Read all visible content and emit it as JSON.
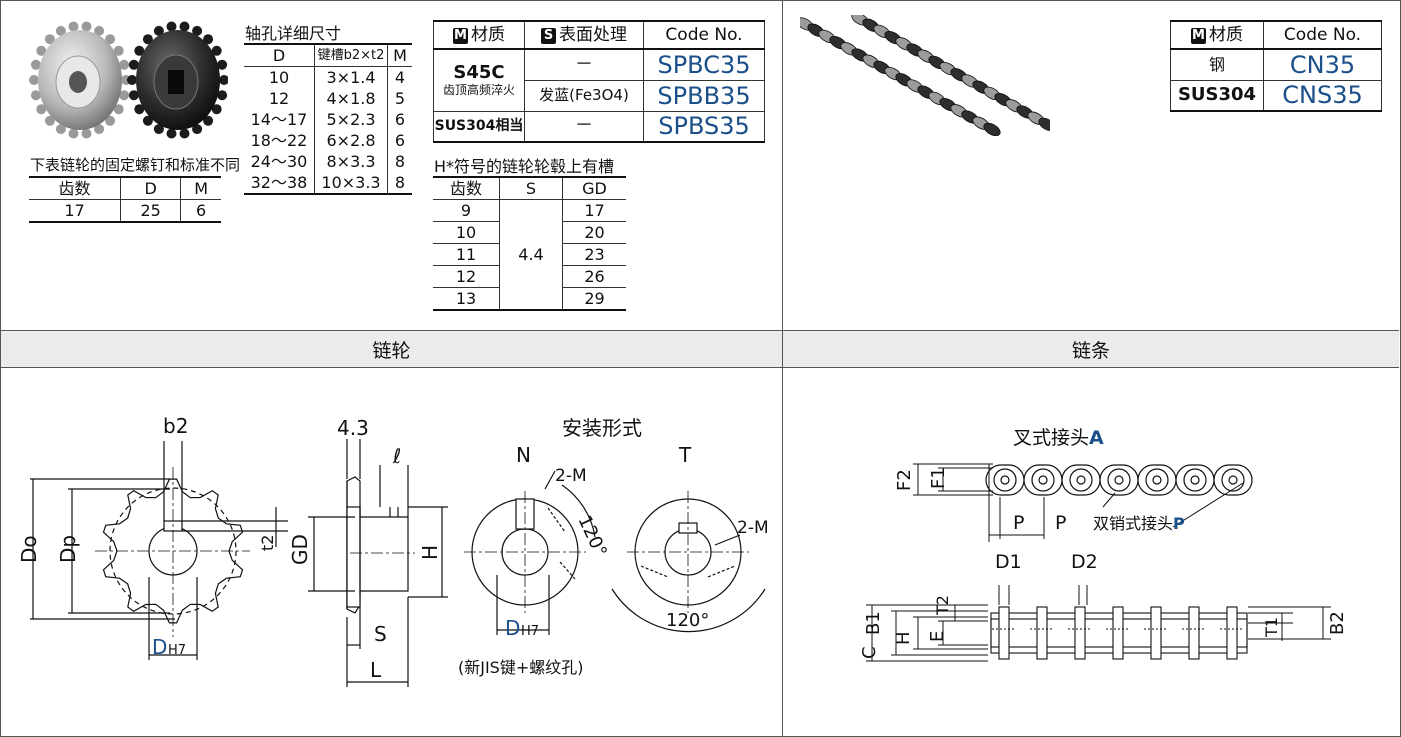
{
  "screw_table": {
    "caption": "下表链轮的固定螺钉和标准不同",
    "headers": [
      "齿数",
      "D",
      "M"
    ],
    "rows": [
      [
        "17",
        "25",
        "6"
      ]
    ]
  },
  "bore_table": {
    "caption": "轴孔详细尺寸",
    "headers": [
      "D",
      "键槽b2×t2",
      "M"
    ],
    "rows": [
      [
        "10",
        "3×1.4",
        "4"
      ],
      [
        "12",
        "4×1.8",
        "5"
      ],
      [
        "14～17",
        "5×2.3",
        "6"
      ],
      [
        "18～22",
        "6×2.8",
        "6"
      ],
      [
        "24～30",
        "8×3.3",
        "8"
      ],
      [
        "32～38",
        "10×3.3",
        "8"
      ]
    ]
  },
  "sprocket_material": {
    "badge_m": "M",
    "badge_s": "S",
    "h_material": "材质",
    "h_surface": "表面处理",
    "h_code": "Code No.",
    "s45c": "S45C",
    "s45c_sub": "齿顶高频淬火",
    "sus": "SUS304相当",
    "dash": "－",
    "black_oxide": "发蓝(Fe3O4)",
    "codes": [
      "SPBC35",
      "SPBB35",
      "SPBS35"
    ]
  },
  "hub_table": {
    "caption": "H*符号的链轮轮毂上有槽",
    "headers": [
      "齿数",
      "S",
      "GD"
    ],
    "teeth": [
      "9",
      "10",
      "11",
      "12",
      "13"
    ],
    "s_value": "4.4",
    "gd": [
      "17",
      "20",
      "23",
      "26",
      "29"
    ]
  },
  "chain_material": {
    "badge_m": "M",
    "h_material": "材质",
    "h_code": "Code No.",
    "rows": [
      [
        "钢",
        "CN35"
      ],
      [
        "SUS304",
        "CNS35"
      ]
    ]
  },
  "sections": {
    "left": "链轮",
    "right": "链条"
  },
  "sprocket_drawing": {
    "mount_title": "安装形式",
    "n": "N",
    "t": "T",
    "two_m": "2-M",
    "angle": "120°",
    "note": "(新JIS键+螺纹孔)",
    "d_h7": "D",
    "h7": "H7",
    "b2": "b2",
    "t2": "t2",
    "do": "Do",
    "dp": "Dp",
    "w43": "4.3",
    "ell": "ℓ",
    "gd": "GD",
    "h": "H",
    "s": "S",
    "l": "L"
  },
  "chain_drawing": {
    "connector_a": "叉式接头",
    "a": "A",
    "connector_p": "双销式接头",
    "p_letter": "P",
    "p": "P",
    "f2": "F2",
    "f1": "F1",
    "d1": "D1",
    "d2": "D2",
    "c": "C",
    "b1": "B1",
    "h": "H",
    "e": "E",
    "t2": "T2",
    "t1": "T1",
    "b2": "B2"
  }
}
